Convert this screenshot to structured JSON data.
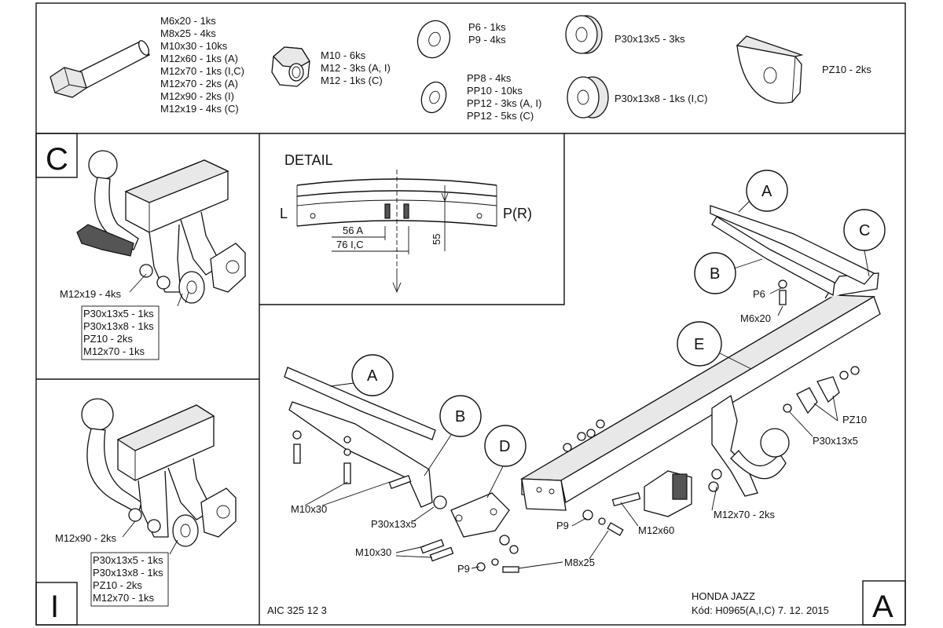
{
  "parts_list": {
    "bolts": [
      "M6x20 - 1ks",
      "M8x25 - 4ks",
      "M10x30 - 10ks",
      "M12x60 - 1ks (A)",
      "M12x70 - 1ks (I,C)",
      "M12x70 - 2ks (A)",
      "M12x90 - 2ks (I)",
      "M12x19 - 4ks (C)"
    ],
    "nuts": [
      "M10 - 6ks",
      "M12 - 3ks (A, I)",
      "M12 - 1ks (C)"
    ],
    "washers_p": [
      "P6 - 1ks",
      "P9 - 4ks"
    ],
    "washers_pp": [
      "PP8 - 4ks",
      "PP10 - 10ks",
      "PP12 - 3ks (A, I)",
      "PP12 - 5ks (C)"
    ],
    "spacer_1": "P30x13x5 - 3ks",
    "spacer_2": "P30x13x8 - 1ks (I,C)",
    "plate": "PZ10 - 2ks"
  },
  "view_c": {
    "letter": "C",
    "bolt_label": "M12x19 - 4ks",
    "box_items": [
      "P30x13x5 - 1ks",
      "P30x13x8 - 1ks",
      "PZ10 - 2ks",
      "M12x70 - 1ks"
    ]
  },
  "view_i": {
    "letter": "I",
    "bolt_label": "M12x90 - 2ks",
    "box_items": [
      "P30x13x5 - 1ks",
      "P30x13x8 - 1ks",
      "PZ10 - 2ks",
      "M12x70 - 1ks"
    ]
  },
  "detail": {
    "title": "DETAIL",
    "left": "L",
    "right": "P(R)",
    "dim_a": "56 A",
    "dim_b": "76 I,C",
    "dim_h": "55"
  },
  "main": {
    "callouts": [
      "A",
      "B",
      "C",
      "E",
      "A",
      "B",
      "D"
    ],
    "labels": {
      "p6": "P6",
      "m6x20": "M6x20",
      "m10x30_1": "M10x30",
      "m10x30_2": "M10x30",
      "p30x13x5_left": "P30x13x5",
      "p9_1": "P9",
      "p9_2": "P9",
      "m8x25": "M8x25",
      "m12x60": "M12x60",
      "m12x70": "M12x70 - 2ks",
      "pz10": "PZ10",
      "p30x13x5_right": "P30x13x5"
    }
  },
  "footer": {
    "code_left": "AIC 325 12 3",
    "model": "HONDA JAZZ",
    "code": "Kód: H0965(A,I,C)  7. 12. 2015",
    "variant": "A"
  }
}
